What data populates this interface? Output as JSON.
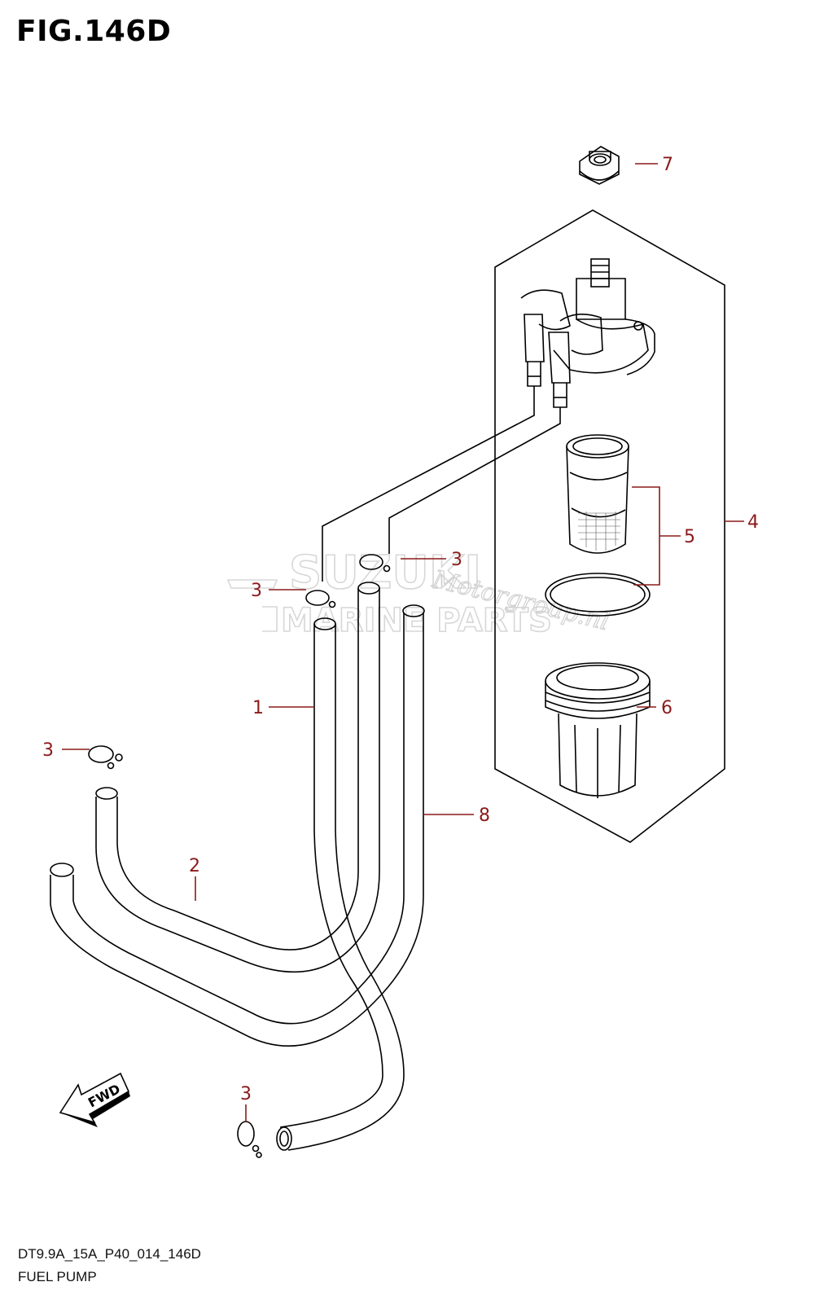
{
  "figure": {
    "title": "FIG.146D",
    "code": "DT9.9A_15A_P40_014_146D",
    "name": "FUEL PUMP"
  },
  "callouts": {
    "c1": "1",
    "c2": "2",
    "c3a": "3",
    "c3b": "3",
    "c3c": "3",
    "c3d": "3",
    "c4": "4",
    "c5": "5",
    "c6": "6",
    "c7": "7",
    "c8": "8"
  },
  "watermark": {
    "brand": "SUZUKI",
    "sub": "MARINE PARTS",
    "script": "Motorgroup.nl"
  },
  "fwd_label": "FWD",
  "colors": {
    "callout": "#8b1a1a",
    "line": "#000000",
    "watermark": "#d7d7d7"
  }
}
